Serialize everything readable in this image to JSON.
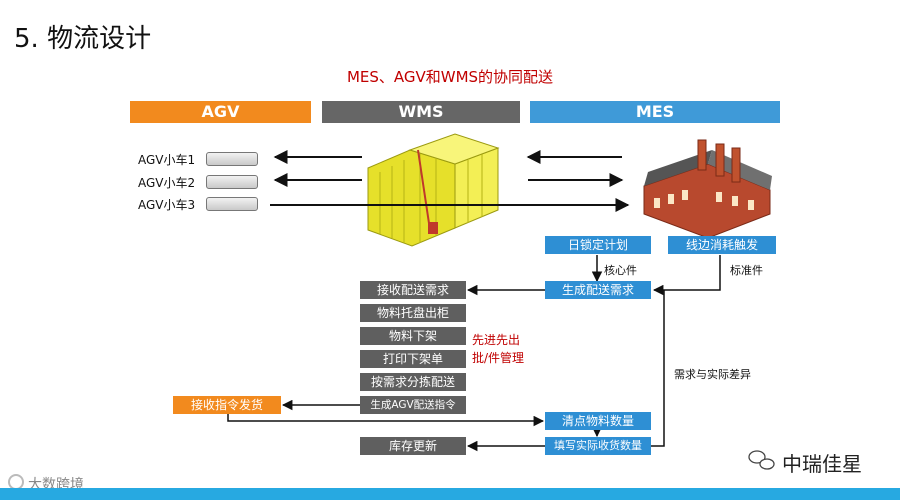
{
  "page_heading": "5. 物流设计",
  "diagram_title": "MES、AGV和WMS的协同配送",
  "columns": {
    "agv": "AGV",
    "wms": "WMS",
    "mes": "MES"
  },
  "agv_labels": [
    "AGV小车1",
    "AGV小车2",
    "AGV小车3"
  ],
  "mes_boxes": {
    "lock_plan": "日锁定计划",
    "line_consume": "线边消耗触发"
  },
  "notes": {
    "core_parts": "核心件",
    "std_parts": "标准件",
    "demand_diff": "需求与实际差异"
  },
  "steps": {
    "generate_demand": "生成配送需求",
    "receive_demand": "接收配送需求",
    "pallet_out": "物料托盘出柜",
    "material_off": "物料下架",
    "print_order": "打印下架单",
    "sort_dispatch": "按需求分拣配送",
    "gen_agv_cmd": "生成AGV配送指令",
    "receive_cmd": "接收指令发货",
    "count_material": "清点物料数量",
    "inventory_update": "库存更新",
    "fill_receipt": "填写实际收货数量"
  },
  "fifo_note": [
    "先进先出",
    "批/件管理"
  ],
  "watermark_left": "大数跨境",
  "watermark_right": "中瑞佳星",
  "colors": {
    "agv": "#f28a1e",
    "wms": "#666666",
    "mes": "#3f9ad8",
    "title_red": "#c00000",
    "footer": "#27a9e1"
  }
}
